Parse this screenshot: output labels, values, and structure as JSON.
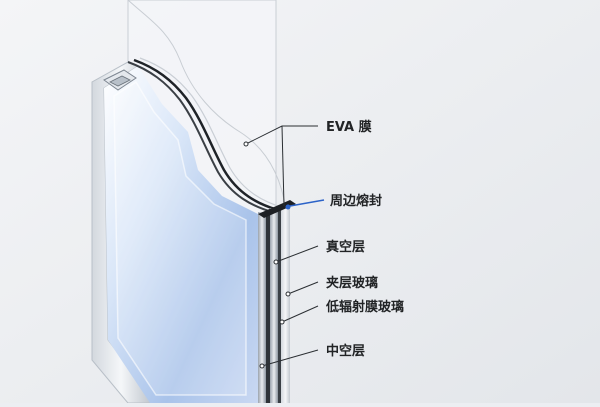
{
  "labels": [
    {
      "id": "eva",
      "text": "EVA 膜"
    },
    {
      "id": "edge-seal",
      "text": "周边熔封"
    },
    {
      "id": "vacuum",
      "text": "真空层"
    },
    {
      "id": "laminated",
      "text": "夹层玻璃"
    },
    {
      "id": "low-e",
      "text": "低辐射膜玻璃"
    },
    {
      "id": "hollow",
      "text": "中空层"
    }
  ],
  "colors": {
    "background": "#eceef2",
    "leader_line": "#2b2f33",
    "edge_seal_accent": "#2c63c8",
    "label_text": "#222426"
  }
}
